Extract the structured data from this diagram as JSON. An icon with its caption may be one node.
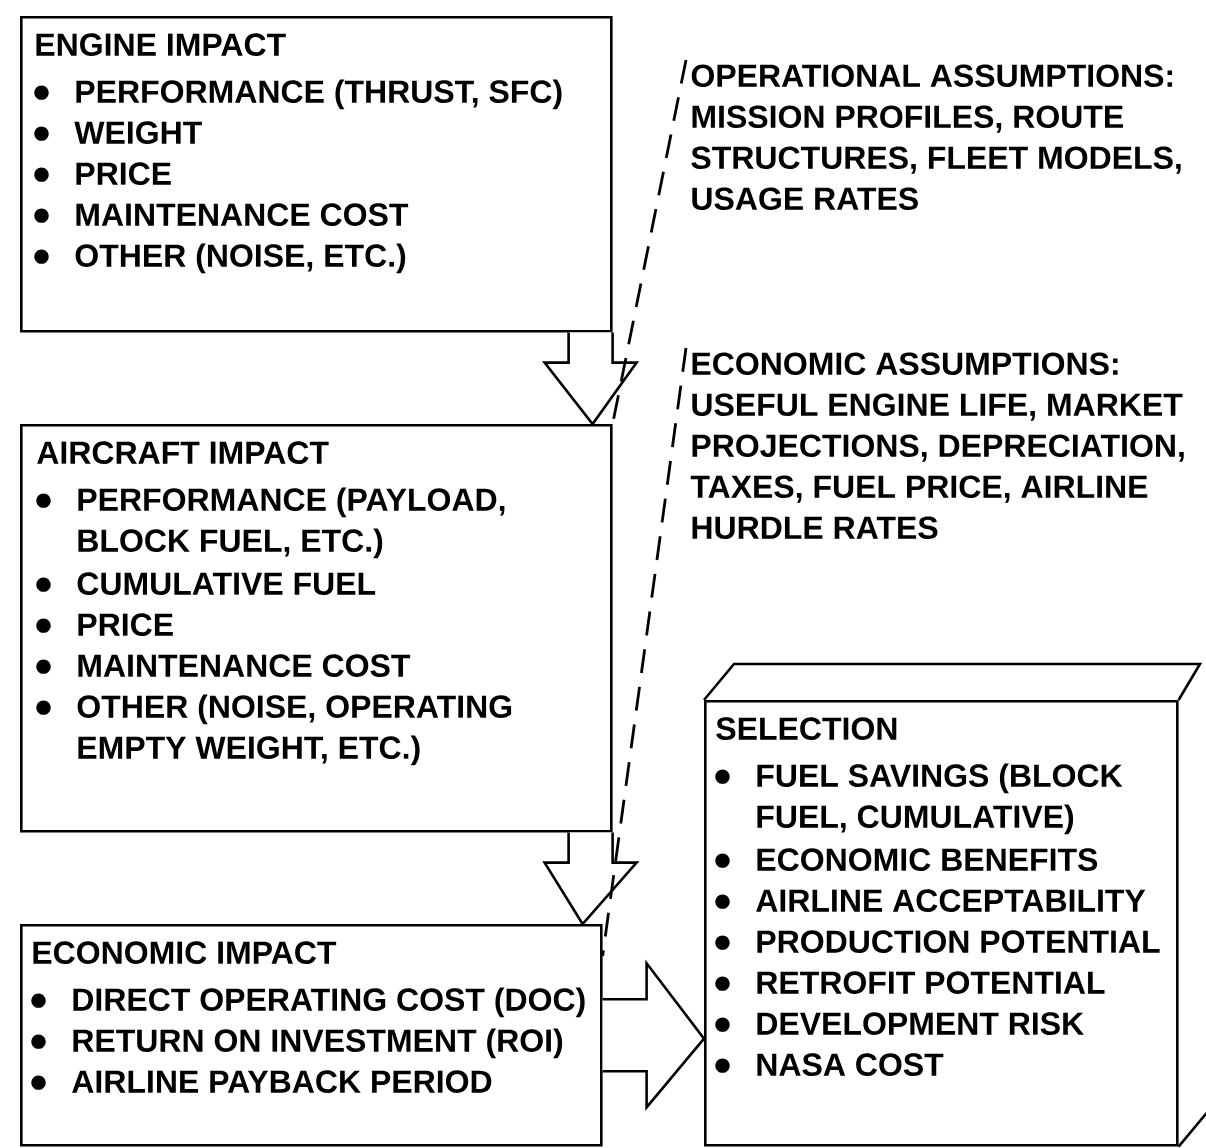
{
  "diagram": {
    "nodes": [
      {
        "text": [
          "ENGINE IMPACT",
          "PERFORMANCE (THRUST, SFC)",
          "WEIGHT",
          "PRICE",
          "MAINTENANCE COST",
          "OTHER (NOISE, ETC.)"
        ]
      },
      {
        "text": [
          "OPERATIONAL ASSUMPTIONS:",
          "MISSION PROFILES, ROUTE STRUCTURES, FLEET MODELS, USAGE RATES"
        ]
      },
      {
        "text": [
          "AIRCRAFT IMPACT",
          "PERFORMANCE (PAYLOAD, BLOCK FUEL, ETC.)",
          "CUMULATIVE FUEL",
          "PRICE",
          "MAINTENANCE COST",
          "OTHER (NOISE, OPERATING EMPTY WEIGHT, ETC.)"
        ]
      },
      {
        "text": [
          "ECONOMIC ASSUMPTIONS:",
          "USEFUL ENGINE LIFE, MARKET PROJECTIONS, DEPRECIATION, TAXES, FUEL PRICE, AIRLINE HURDLE RATES"
        ]
      },
      {
        "text": [
          "ECONOMIC IMPACT",
          "DIRECT OPERATING COST (DOC)",
          "RETURN ON INVESTMENT (ROI)",
          "AIRLINE PAYBACK PERIOD"
        ]
      },
      {
        "text": [
          "SELECTION",
          "FUEL SAVINGS (BLOCK FUEL, CUMULATIVE)",
          "ECONOMIC BENEFITS",
          "AIRLINE ACCEPTABILITY",
          "PRODUCTION POTENTIAL",
          "RETROFIT POTENTIAL",
          "DEVELOPMENT RISK",
          "NASA COST"
        ]
      }
    ],
    "edges": [
      {
        "from": 0,
        "to": 2,
        "arrow": "to"
      },
      {
        "from": 2,
        "to": 4,
        "arrow": "to"
      },
      {
        "from": 4,
        "to": 5,
        "arrow": "to"
      },
      {
        "from": 1,
        "to": 2,
        "arrow": "none",
        "style": "dashed"
      },
      {
        "from": 3,
        "to": 4,
        "arrow": "none",
        "style": "dashed"
      }
    ]
  }
}
